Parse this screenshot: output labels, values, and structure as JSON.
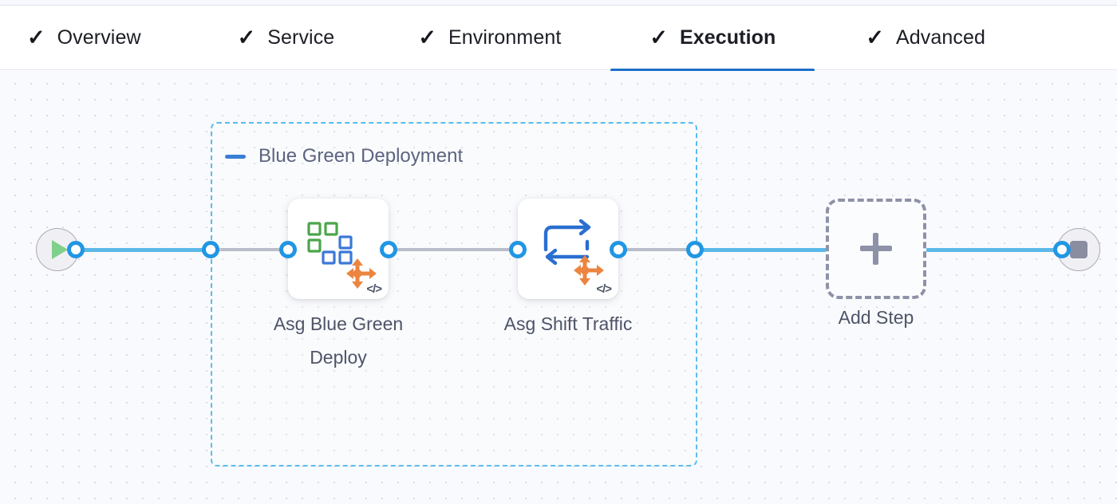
{
  "tabs": [
    {
      "label": "Overview",
      "icon": "check-icon",
      "active": false,
      "completed": true
    },
    {
      "label": "Service",
      "icon": "check-icon",
      "active": false,
      "completed": true
    },
    {
      "label": "Environment",
      "icon": "check-icon",
      "active": false,
      "completed": true
    },
    {
      "label": "Execution",
      "icon": "check-icon",
      "active": true,
      "completed": true
    },
    {
      "label": "Advanced",
      "icon": "check-icon",
      "active": false,
      "completed": true
    }
  ],
  "check_glyph": "✓",
  "canvas": {
    "start_node": {
      "name": "pipeline-start",
      "icon": "play-icon"
    },
    "end_node": {
      "name": "pipeline-end",
      "icon": "stop-icon"
    },
    "group": {
      "title": "Blue Green Deployment",
      "collapse_icon": "minus-icon",
      "steps": [
        {
          "label": "Asg Blue Green Deploy",
          "icon": "asg-blue-green-deploy-icon",
          "code_glyph": "</>"
        },
        {
          "label": "Asg Shift Traffic",
          "icon": "asg-shift-traffic-icon",
          "code_glyph": "</>"
        }
      ]
    },
    "add_step": {
      "label": "Add Step",
      "icon": "plus-icon"
    }
  },
  "colors": {
    "active_tab_underline": "#1d6fc9",
    "group_border": "#59bdf0",
    "connector_solid": "#5cb9e8",
    "connector_dashed": "#b9bdc9",
    "port_ring": "#2196e3",
    "play_green": "#7ed08a",
    "stop_gray": "#8a8ca0",
    "icon_orange": "#eb8540",
    "icon_green": "#4ca54c",
    "icon_blue": "#3c78d8",
    "canvas_bg": "#f9fafd"
  }
}
